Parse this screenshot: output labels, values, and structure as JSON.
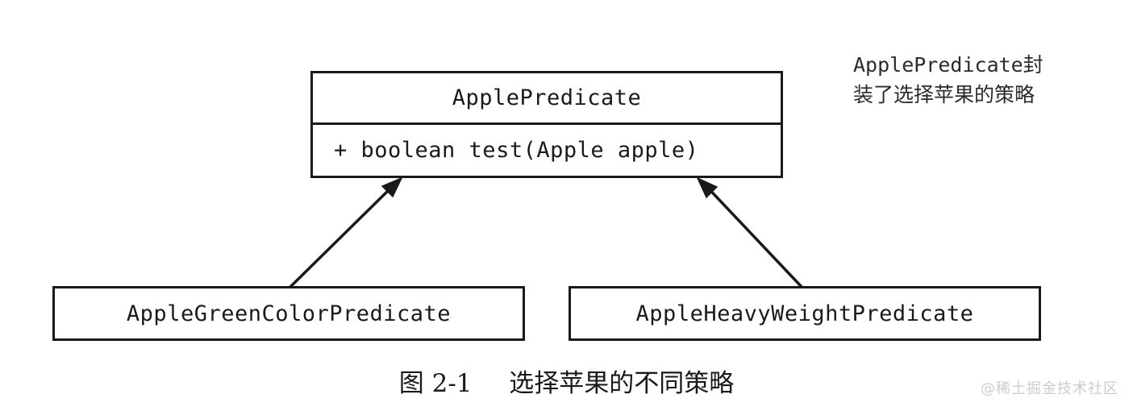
{
  "diagram": {
    "type": "uml-class-diagram",
    "superclass": {
      "name": "ApplePredicate",
      "operations": [
        "+ boolean test(Apple apple)"
      ]
    },
    "subclasses": [
      {
        "name": "AppleGreenColorPredicate"
      },
      {
        "name": "AppleHeavyWeightPredicate"
      }
    ],
    "relations": [
      {
        "kind": "generalization",
        "from": "AppleGreenColorPredicate",
        "to": "ApplePredicate"
      },
      {
        "kind": "generalization",
        "from": "AppleHeavyWeightPredicate",
        "to": "ApplePredicate"
      }
    ]
  },
  "annotation": {
    "line1": "ApplePredicate封",
    "line2": "装了选择苹果的策略"
  },
  "caption": {
    "label": "图 2-1",
    "title": "选择苹果的不同策略"
  },
  "watermark": {
    "text": "@稀土掘金技术社区"
  },
  "colors": {
    "background": "#ffffff",
    "stroke": "#1a1a1a",
    "text": "#1a1a1a",
    "watermark": "#c9cdd2"
  }
}
